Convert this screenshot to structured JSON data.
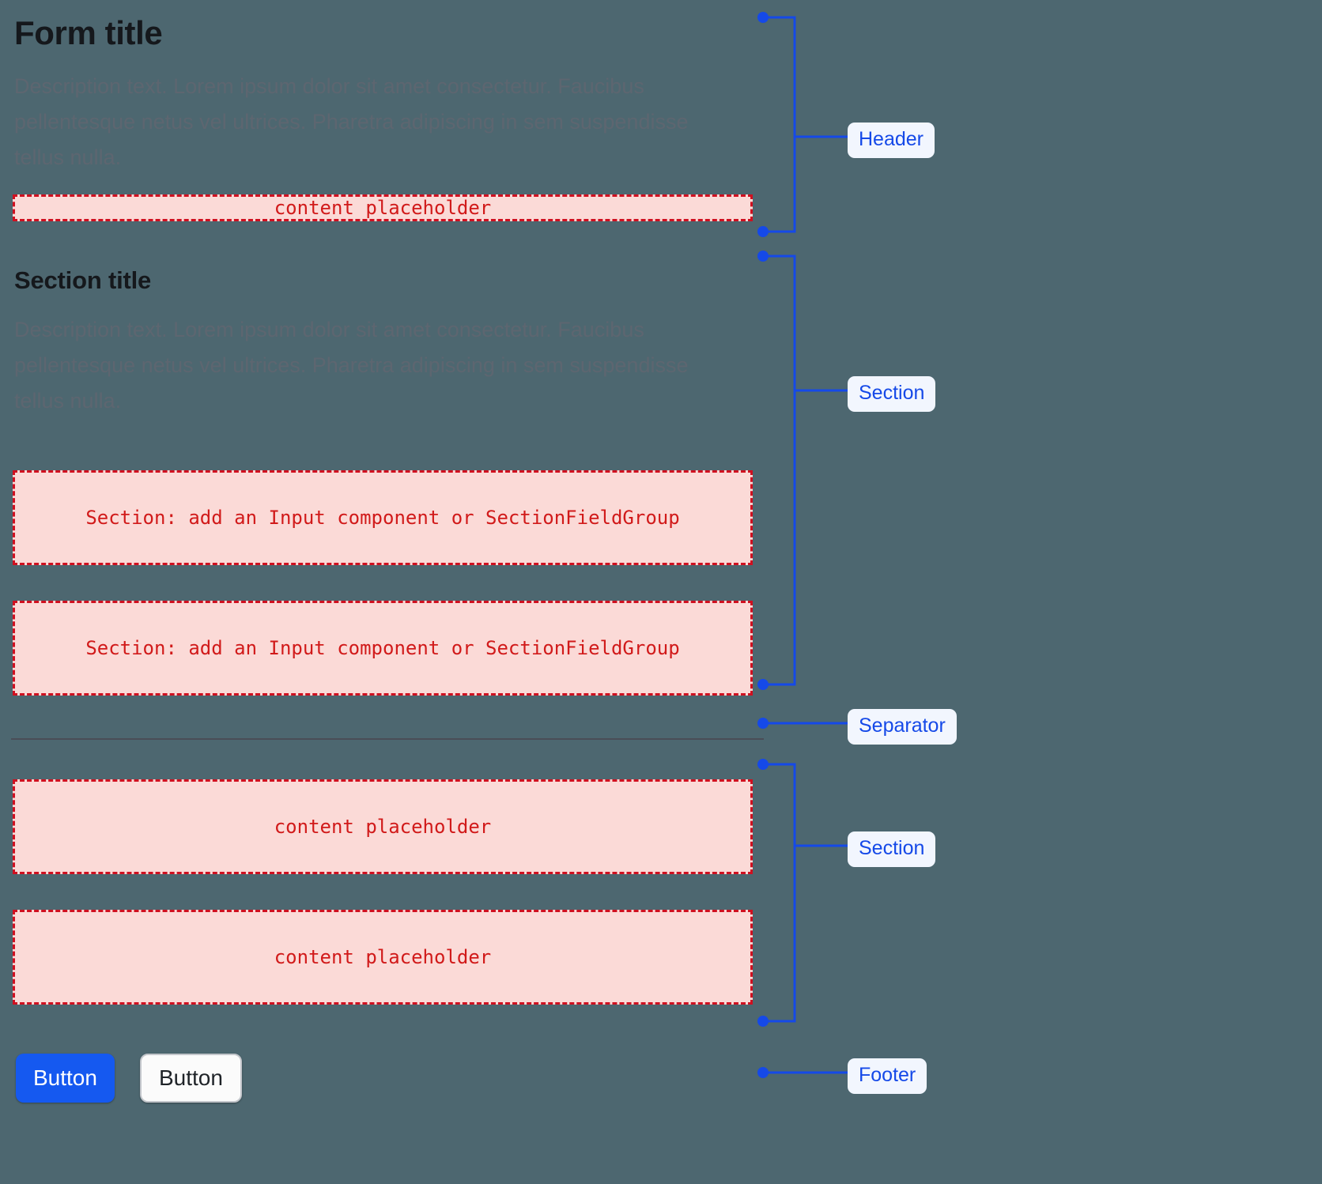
{
  "page": {
    "background_color": "#4d6770",
    "accent_color": "#1549e8",
    "placeholder_color": "#d11a1a",
    "placeholder_fill": "#fbdad7",
    "primary_button_color": "#1559f0"
  },
  "header": {
    "title": "Form title",
    "description": "Description text. Lorem ipsum dolor sit amet consectetur. Faucibus pellentesque netus vel ultrices. Pharetra adipiscing in sem suspendisse tellus nulla.",
    "content_placeholder": "content placeholder"
  },
  "section": {
    "title": "Section title",
    "description": "Description text. Lorem ipsum dolor sit amet consectetur. Faucibus pellentesque netus vel ultrices. Pharetra adipiscing in sem suspendisse tellus nulla.",
    "field_placeholder_1": "Section: add an Input component or SectionFieldGroup",
    "field_placeholder_2": "Section: add an Input component or SectionFieldGroup"
  },
  "section_two": {
    "content_placeholder_1": "content placeholder",
    "content_placeholder_2": "content placeholder"
  },
  "footer": {
    "primary_button": "Button",
    "secondary_button": "Button"
  },
  "annotations": [
    {
      "label": "Header"
    },
    {
      "label": "Section"
    },
    {
      "label": "Separator"
    },
    {
      "label": "Section"
    },
    {
      "label": "Footer"
    }
  ]
}
